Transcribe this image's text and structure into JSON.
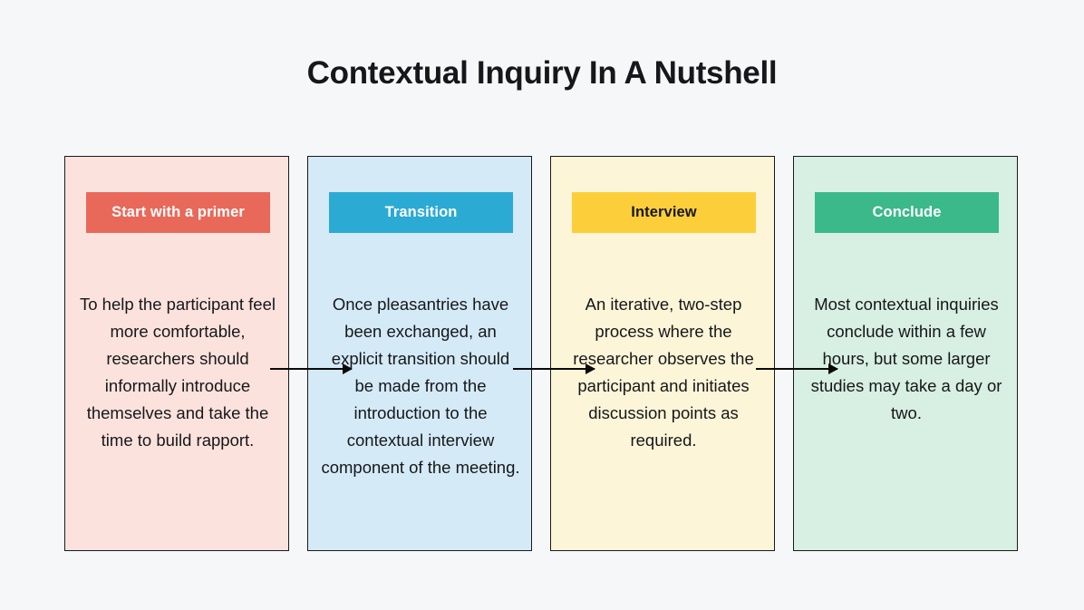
{
  "page": {
    "title": "Contextual Inquiry In A Nutshell",
    "background_color": "#F6F7F9",
    "title_color": "#16171A"
  },
  "diagram": {
    "type": "horizontal-process-flow",
    "connector_color": "#0A0A0A",
    "connector_count": 3,
    "steps": [
      {
        "label": "Start with a primer",
        "body": "To help the participant feel more comfortable, researchers should informally introduce themselves and take the time to build rapport.",
        "card_background": "#FCE2DD",
        "label_background": "#E8695A",
        "label_text_color": "#FFFFFF",
        "border_color": "#1A1A1A"
      },
      {
        "label": "Transition",
        "body": "Once pleasantries have been exchanged, an explicit transition should be made from the introduction to the contextual interview component of the meeting.",
        "card_background": "#D4EAF7",
        "label_background": "#2BAAD4",
        "label_text_color": "#FFFFFF",
        "border_color": "#1A1A1A"
      },
      {
        "label": "Interview",
        "body": "An iterative, two-step process where the researcher observes the participant and initiates discussion points as required.",
        "card_background": "#FDF5D8",
        "label_background": "#FCCF3A",
        "label_text_color": "#16171A",
        "border_color": "#1A1A1A"
      },
      {
        "label": "Conclude",
        "body": "Most contextual inquiries conclude within a few hours, but some larger studies may take a day or two.",
        "card_background": "#D8EFE3",
        "label_background": "#3BB98A",
        "label_text_color": "#FFFFFF",
        "border_color": "#1A1A1A"
      }
    ]
  }
}
